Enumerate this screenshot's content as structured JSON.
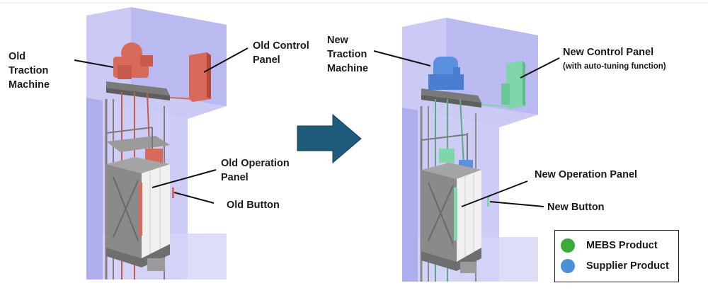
{
  "labels": {
    "old_traction": [
      "Old",
      "Traction",
      "Machine"
    ],
    "old_control": [
      "Old Control",
      "Panel"
    ],
    "old_operation": [
      "Old Operation",
      "Panel"
    ],
    "old_button": "Old Button",
    "new_traction": [
      "New",
      "Traction",
      "Machine"
    ],
    "new_control": "New Control Panel",
    "new_control_sub": "(with auto-tuning function)",
    "new_operation": "New Operation Panel",
    "new_button": "New Button"
  },
  "legend": {
    "items": [
      {
        "label": "MEBS Product",
        "color": "#3dab3a"
      },
      {
        "label": "Supplier Product",
        "color": "#4a8fd8"
      }
    ]
  },
  "colors": {
    "shaft": "#b9b9f2",
    "shaft_edge": "#9c9ce6",
    "old_parts": "#d86a5c",
    "new_parts_supplier": "#5b8fe0",
    "new_parts_mebs": "#7fd6a8",
    "arrow": "#1e5a7a",
    "car": "#8a8a8a"
  }
}
